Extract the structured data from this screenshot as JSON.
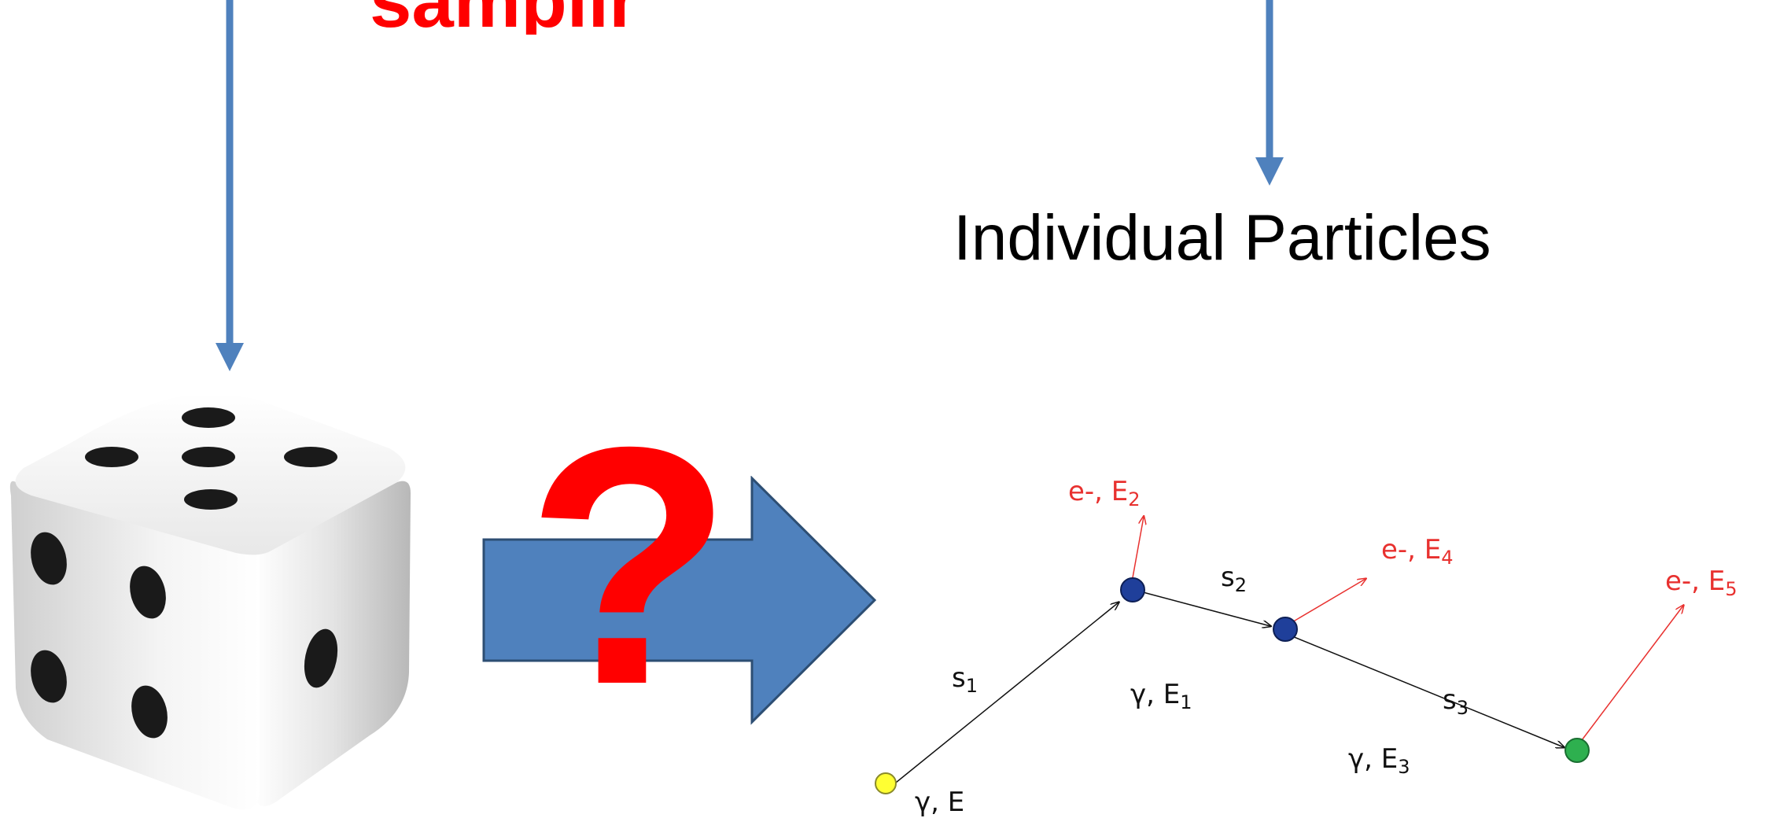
{
  "colors": {
    "arrow_blue": "#4f81bd",
    "question_red": "#ff0000",
    "electron_red": "#e8312f",
    "start_yellow": "#ffff33",
    "scatter_blue": "#1f3f9a",
    "end_green": "#2eb04f"
  },
  "title_fragment": "sampling",
  "individual_particles": "Individual Particles",
  "question_mark": "?",
  "icons": {
    "left_down_arrow": "arrow-down-icon",
    "right_down_arrow": "arrow-down-icon",
    "dice": "dice-icon",
    "big_right_arrow": "arrow-right-icon"
  },
  "diagram": {
    "labels": {
      "e_E2": {
        "base": "e-, E",
        "sub": "2"
      },
      "e_E4": {
        "base": "e-, E",
        "sub": "4"
      },
      "e_E5": {
        "base": "e-, E",
        "sub": "5"
      },
      "s1": {
        "base": "s",
        "sub": "1"
      },
      "s2": {
        "base": "s",
        "sub": "2"
      },
      "s3": {
        "base": "s",
        "sub": "3"
      },
      "gE1": {
        "base": "γ, E",
        "sub": "1"
      },
      "gE3": {
        "base": "γ, E",
        "sub": "3"
      },
      "gE": {
        "base": "γ, E",
        "sub": ""
      }
    }
  }
}
